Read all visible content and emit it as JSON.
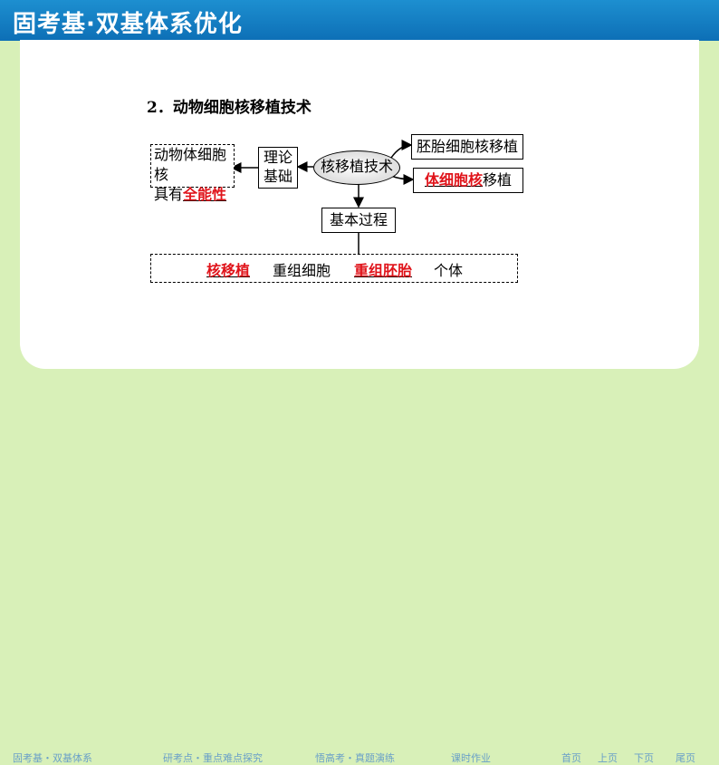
{
  "header": {
    "title": "固考基·双基体系优化"
  },
  "content": {
    "heading": "2．动物细胞核移植技术",
    "left_box": {
      "line1": "动物体细胞核",
      "line2_prefix": "具有",
      "line2_highlight": "全能性"
    },
    "theory_box": {
      "line1": "理论",
      "line2": "基础"
    },
    "center_oval": "核移植技术",
    "right_top": "胚胎细胞核移植",
    "right_bottom": {
      "highlight": "体细胞核",
      "suffix": "移植"
    },
    "process_box": "基本过程",
    "flow": {
      "step1": "核移植",
      "step2": "重组细胞",
      "step3": "重组胚胎",
      "step4": "个体"
    }
  },
  "footer": {
    "items": [
      "固考基・双基体系",
      "研考点・重点难点探究",
      "悟高考・真题演练",
      "课时作业"
    ],
    "nav": [
      "首页",
      "上页",
      "下页",
      "尾页"
    ]
  }
}
